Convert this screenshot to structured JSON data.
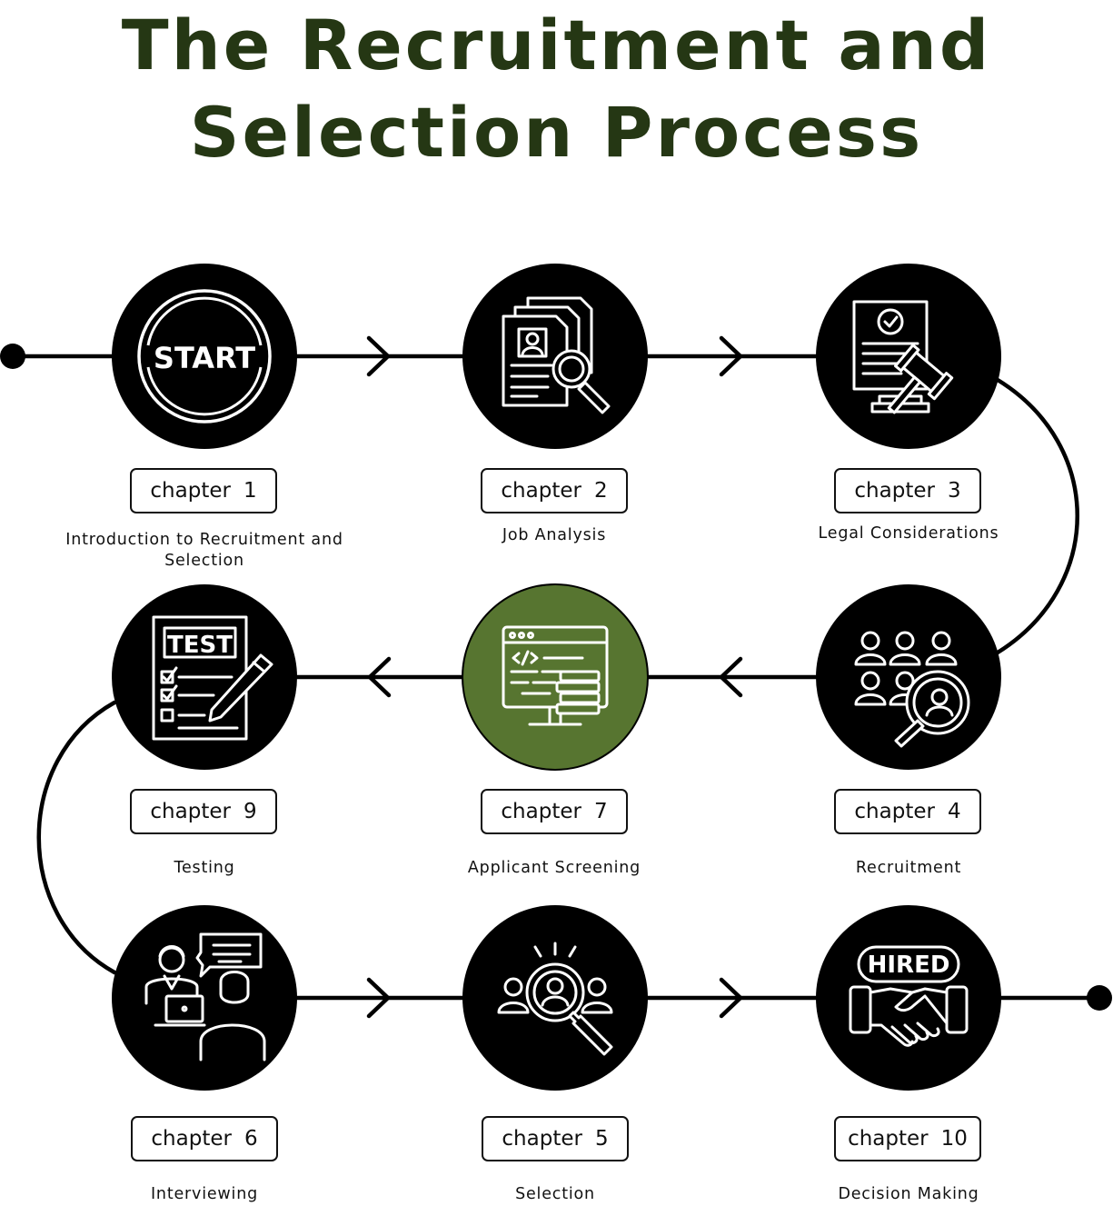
{
  "title_line1": "The Recruitment and",
  "title_line2": "Selection Process",
  "colors": {
    "title": "#253714",
    "node": "#000000",
    "highlight_node": "#577530",
    "line": "#000000"
  },
  "steps": [
    {
      "chapter_word": "chapter",
      "number": "1",
      "description": "Introduction to Recruitment and Selection",
      "icon": "start-badge-icon"
    },
    {
      "chapter_word": "chapter",
      "number": "2",
      "description": "Job Analysis",
      "icon": "documents-magnifier-icon"
    },
    {
      "chapter_word": "chapter",
      "number": "3",
      "description": "Legal Considerations",
      "icon": "legal-gavel-document-icon"
    },
    {
      "chapter_word": "chapter",
      "number": "4",
      "description": "Recruitment",
      "icon": "people-search-icon"
    },
    {
      "chapter_word": "chapter",
      "number": "7",
      "description": "Applicant Screening",
      "icon": "computer-code-screen-icon",
      "highlighted": true
    },
    {
      "chapter_word": "chapter",
      "number": "9",
      "description": "Testing",
      "icon": "test-sheet-pencil-icon"
    },
    {
      "chapter_word": "chapter",
      "number": "6",
      "description": "Interviewing",
      "icon": "interview-icon"
    },
    {
      "chapter_word": "chapter",
      "number": "5",
      "description": "Selection",
      "icon": "candidate-selection-icon"
    },
    {
      "chapter_word": "chapter",
      "number": "10",
      "description": "Decision Making",
      "icon": "hired-handshake-icon"
    }
  ],
  "start_badge_text": "START",
  "test_badge_text": "TEST",
  "hired_badge_text": "HIRED"
}
